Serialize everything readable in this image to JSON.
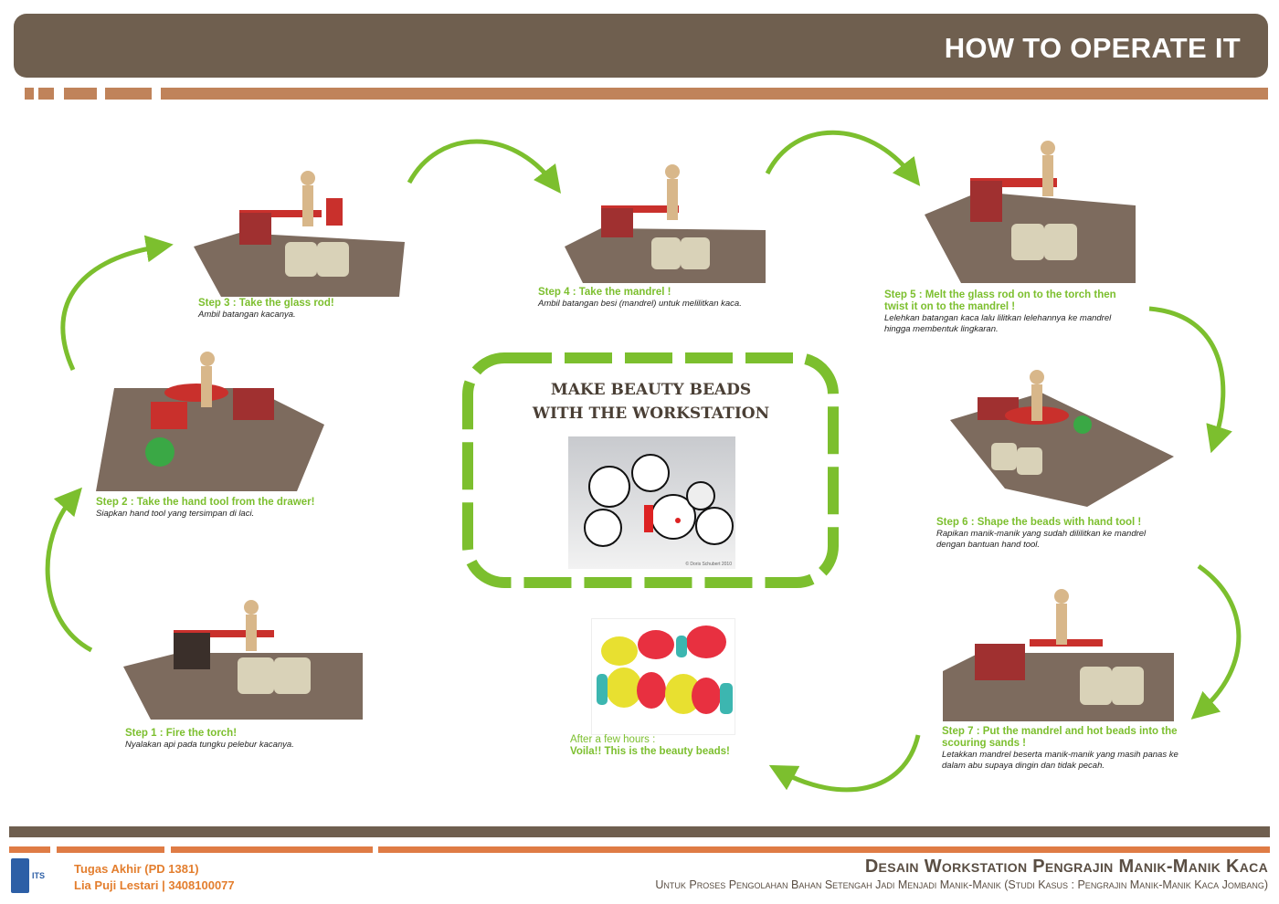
{
  "header": {
    "title": "HOW TO OPERATE IT"
  },
  "center": {
    "title_line1": "MAKE BEAUTY BEADS",
    "title_line2": "WITH THE WORKSTATION",
    "photo_credit": "© Doris Schubert 2010"
  },
  "result": {
    "caption_line1": "After a few hours :",
    "caption_line2": "Voila!! This is the beauty beads!"
  },
  "steps": [
    {
      "title": "Step 1 : Fire the torch!",
      "desc": "Nyalakan api pada tungku pelebur kacanya."
    },
    {
      "title": "Step 2 : Take the hand tool from the drawer!",
      "desc": "Siapkan hand tool yang tersimpan di laci."
    },
    {
      "title": "Step 3 : Take the glass rod!",
      "desc": "Ambil batangan kacanya."
    },
    {
      "title": "Step 4 : Take the mandrel !",
      "desc": "Ambil batangan besi (mandrel) untuk melilitkan kaca."
    },
    {
      "title": "Step 5 : Melt the glass rod on to the torch then twist it on to the mandrel !",
      "desc": "Lelehkan batangan kaca lalu lilitkan lelehannya ke mandrel hingga membentuk lingkaran."
    },
    {
      "title": "Step 6 : Shape the beads with hand tool !",
      "desc": "Rapikan manik-manik yang sudah dililitkan ke mandrel dengan bantuan hand tool."
    },
    {
      "title": "Step 7 : Put the mandrel and hot beads into the scouring sands !",
      "desc": "Letakkan mandrel beserta manik-manik yang masih panas ke dalam abu supaya dingin dan tidak pecah."
    }
  ],
  "footer": {
    "logo_text": "ITS",
    "line1": "Tugas Akhir (PD 1381)",
    "line2": "Lia Puji Lestari | 3408100077",
    "main_title": "Desain Workstation Pengrajin Manik-Manik Kaca",
    "subtitle": "Untuk Proses Pengolahan Bahan Setengah Jadi Menjadi Manik-Manik (Studi Kasus : Pengrajin Manik-Manik Kaca Jombang)"
  },
  "colors": {
    "brown": "#6f5f4f",
    "orange": "#c0835a",
    "green": "#7cbf2e"
  }
}
